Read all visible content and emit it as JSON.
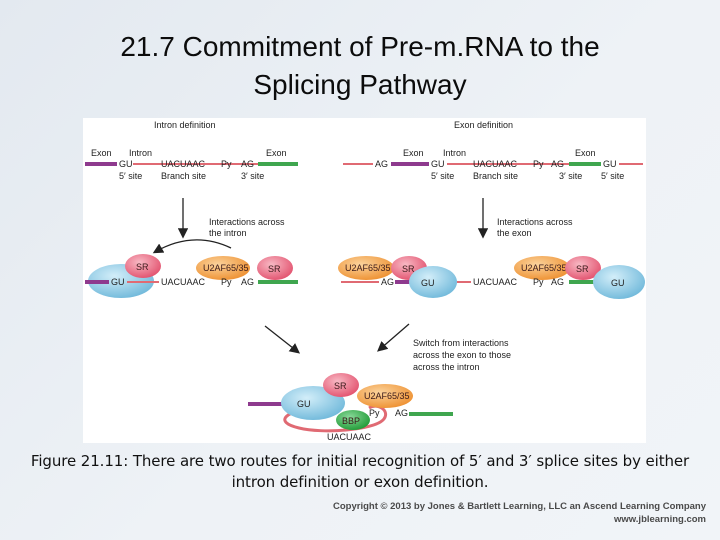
{
  "slide": {
    "title_line1": "21.7  Commitment of Pre-m.RNA to the",
    "title_line2": "Splicing Pathway"
  },
  "figure": {
    "left_panel": {
      "heading": "Intron definition",
      "exon1": "Exon",
      "intron": "Intron",
      "exon2": "Exon",
      "gu": "GU",
      "uacuaac": "UACUAAC",
      "py": "Py",
      "ag": "AG",
      "site5": "5′ site",
      "branch": "Branch site",
      "site3": "3′ site",
      "interactions_l1": "Interactions across",
      "interactions_l2": "the intron",
      "sr": "SR",
      "u2af": "U2AF65/35"
    },
    "right_panel": {
      "heading": "Exon definition",
      "exon1": "Exon",
      "intron": "Intron",
      "exon2": "Exon",
      "ag": "AG",
      "gu": "GU",
      "uacuaac": "UACUAAC",
      "py": "Py",
      "site5": "5′ site",
      "branch": "Branch site",
      "site3": "3′ site",
      "interactions_l1": "Interactions across",
      "interactions_l2": "the exon",
      "sr": "SR",
      "u2af": "U2AF65/35"
    },
    "bottom": {
      "switch_l1": "Switch from interactions",
      "switch_l2": "across the exon to those",
      "switch_l3": "across the intron",
      "sr": "SR",
      "u2af": "U2AF65/35",
      "gu": "GU",
      "bbp": "BBP",
      "py": "Py",
      "ag": "AG",
      "uacuaac": "UACUAAC"
    },
    "colors": {
      "exon": "#8e3a8e",
      "exon_right": "#3fa64f",
      "intron_line": "#e06a73",
      "sr": "#e8607a",
      "u2af": "#f2a044",
      "u1_blue": "#7fc2e0",
      "bbp": "#2aa33e"
    }
  },
  "caption": {
    "line1": "Figure 21.11: There are two routes for initial recognition of 5′ and 3′ splice sites by either",
    "line2": "intron definition or exon definition."
  },
  "copyright": {
    "line1": "Copyright © 2013 by Jones & Bartlett Learning, LLC an Ascend Learning Company",
    "line2": "www.jblearning.com"
  }
}
